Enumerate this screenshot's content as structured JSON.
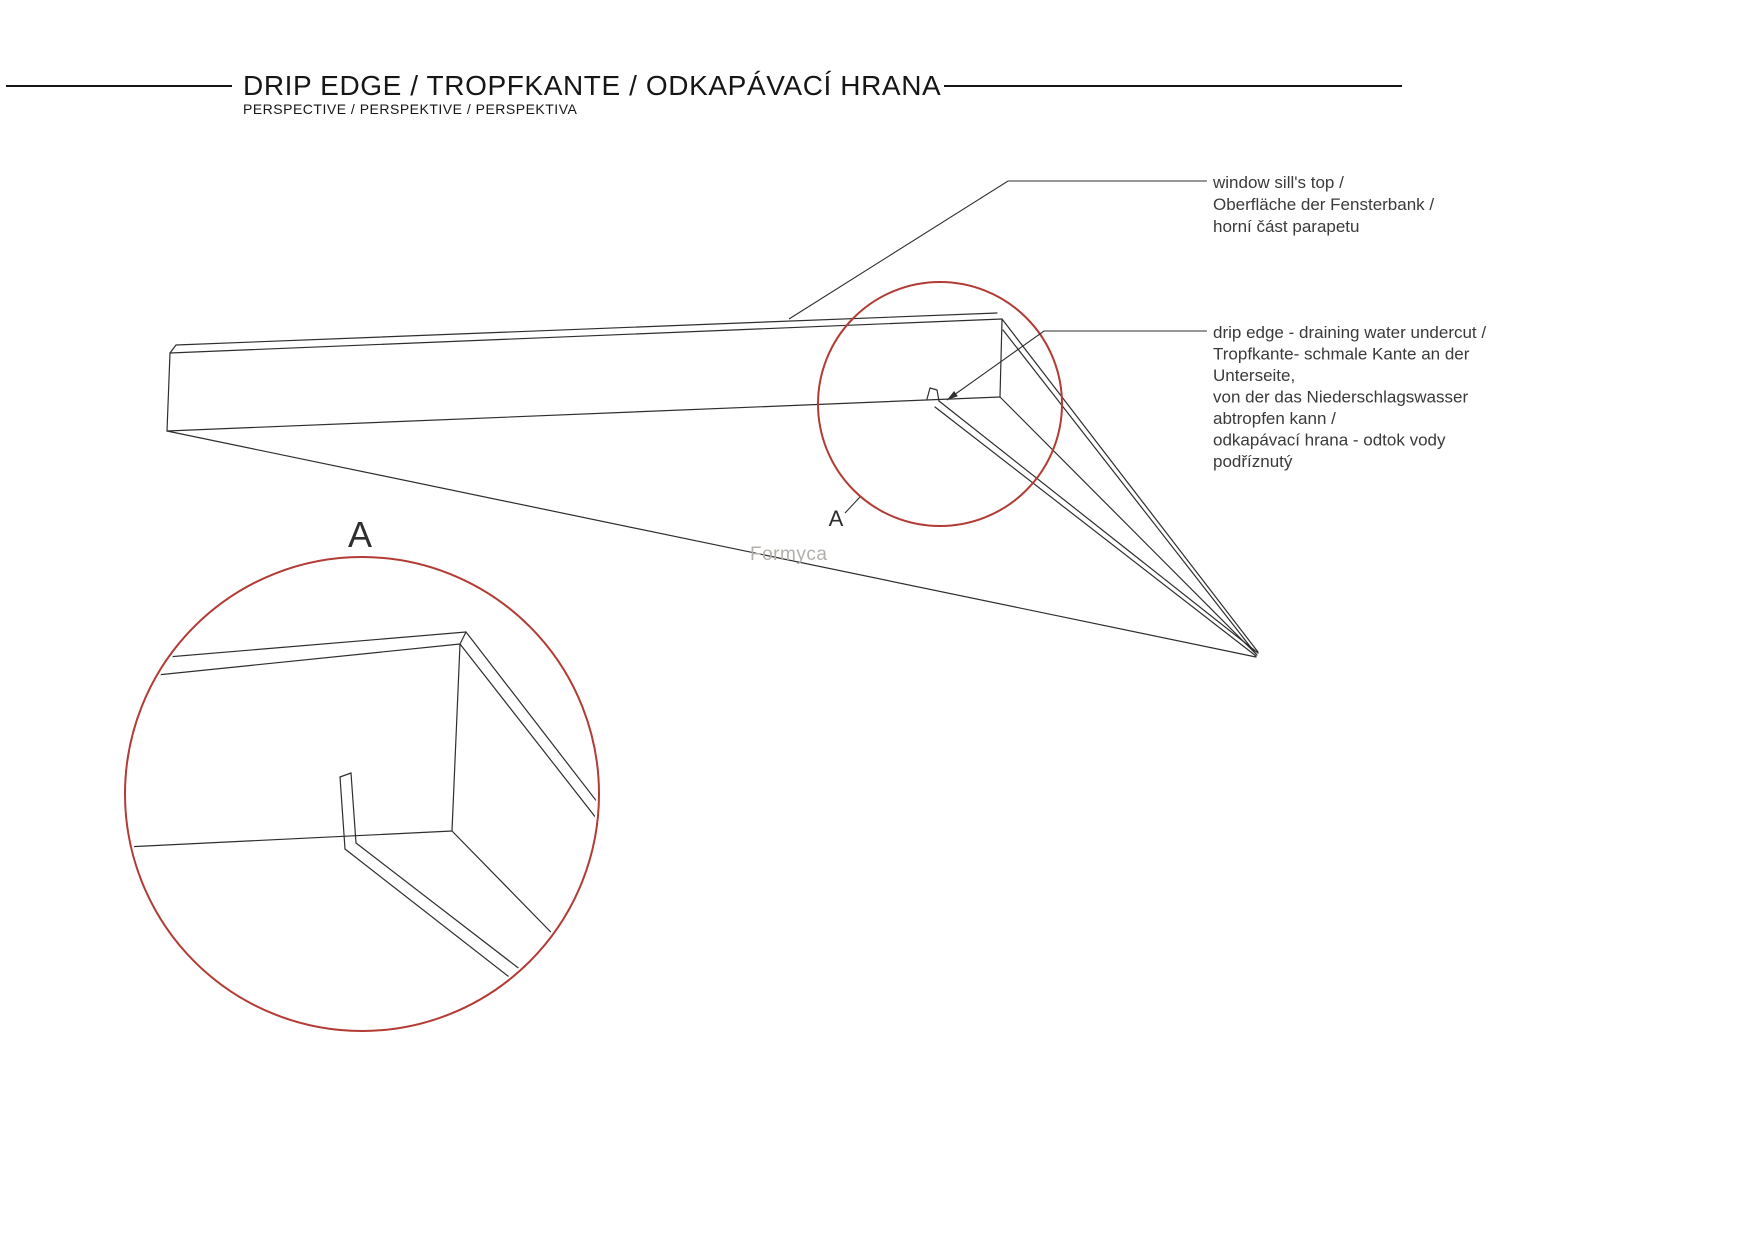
{
  "header": {
    "title": "DRIP EDGE / TROPFKANTE / ODKAPÁVACÍ HRANA",
    "subtitle": "PERSPECTIVE / PERSPEKTIVE / PERSPEKTIVA"
  },
  "annotations": {
    "window_sill_top": {
      "lines": [
        "window sill's top /",
        "Oberfläche der Fensterbank /",
        "horní část parapetu"
      ]
    },
    "drip_edge": {
      "lines": [
        "drip edge - draining water undercut /",
        "Tropfkante- schmale Kante an der",
        "Unterseite,",
        "von der das Niederschlagswasser",
        "abtropfen kann /",
        "odkapávací hrana - odtok vody",
        "podříznutý"
      ]
    }
  },
  "labels": {
    "detail_marker_main": "A",
    "detail_marker_zoom": "A"
  },
  "watermark": "Formyca",
  "colors": {
    "line": "#2e2e2e",
    "detail_circle": "#b23b35",
    "text": "#3a3a3a",
    "watermark": "#b3b0ac"
  }
}
